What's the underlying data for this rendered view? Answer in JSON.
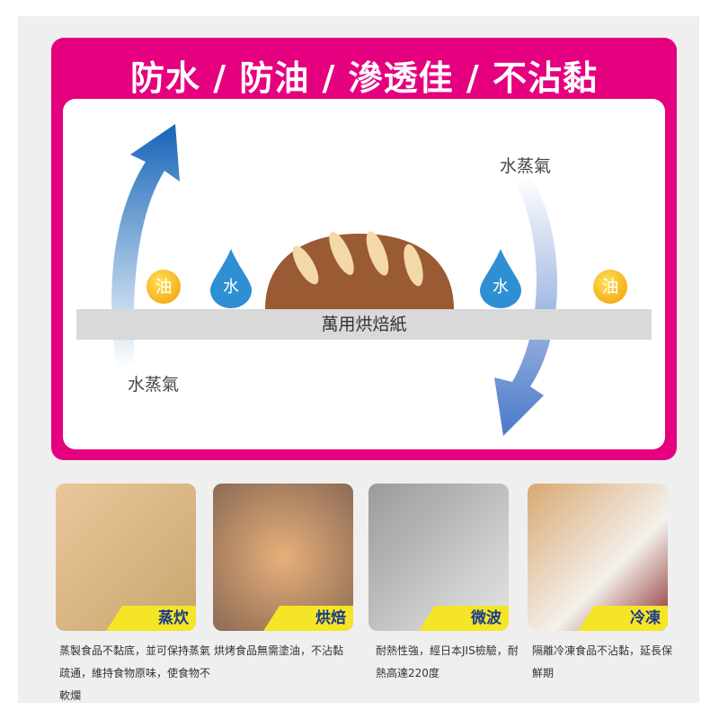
{
  "title": "防水 / 防油 / 滲透佳 / 不沾黏",
  "diagram": {
    "paper_label": "萬用烘焙紙",
    "steam_left": "水蒸氣",
    "steam_right": "水蒸氣",
    "oil": "油",
    "water": "水"
  },
  "cards": [
    {
      "label": "蒸炊",
      "caption": "蒸製食品不黏底，並可保持蒸氣疏通，維持食物原味，使食物不軟爛"
    },
    {
      "label": "烘焙",
      "caption": "烘烤食品無需塗油，不沾黏"
    },
    {
      "label": "微波",
      "caption": "耐熱性強，經日本JIS檢驗，耐熱高達220度"
    },
    {
      "label": "冷凍",
      "caption": "隔離冷凍食品不沾黏，延長保鮮期"
    }
  ],
  "colors": {
    "panel": "#e4007f",
    "tab": "#f4e526",
    "arrow": "#1f6fc0"
  }
}
